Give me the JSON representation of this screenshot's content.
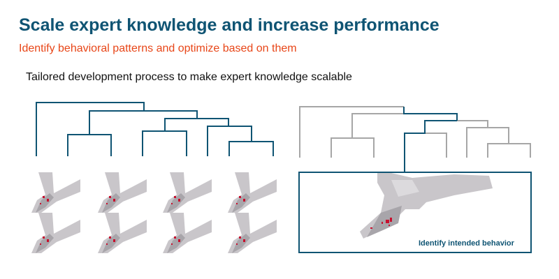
{
  "title": "Scale expert knowledge and increase performance",
  "subtitle": "Identify behavioral patterns and optimize based on them",
  "lead": "Tailored development process to make expert knowledge scalable",
  "caption": "Identify intended behavior",
  "colors": {
    "accent": "#0f5473",
    "highlight": "#e84618",
    "inactive": "#a6a6a6"
  }
}
